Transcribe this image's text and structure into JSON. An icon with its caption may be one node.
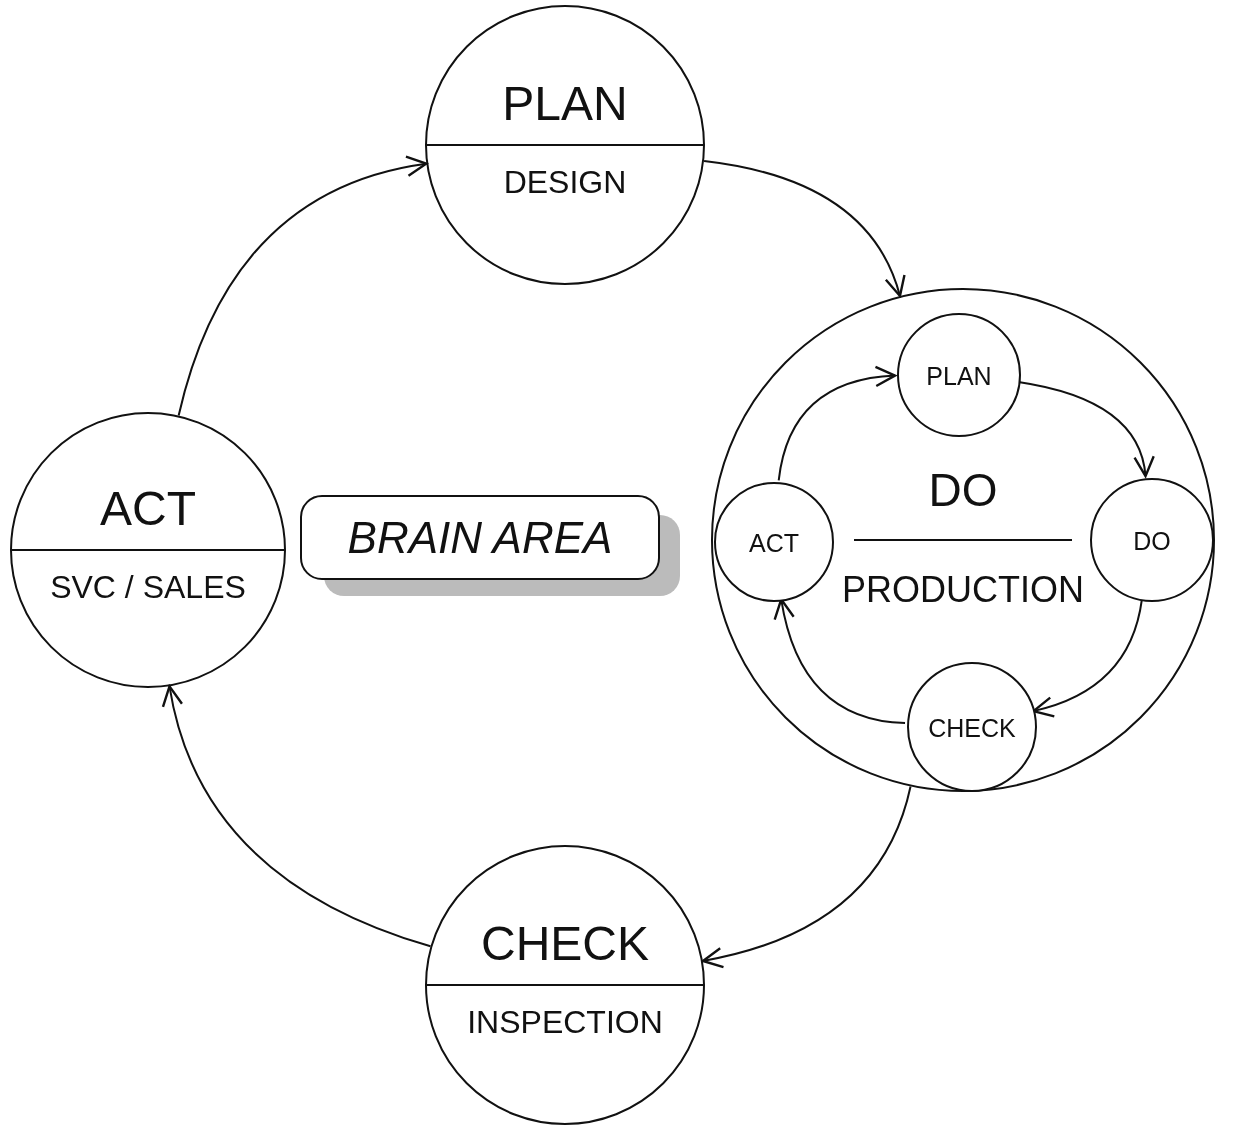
{
  "diagram": {
    "nodes": [
      {
        "text": [
          "PLAN",
          "DESIGN"
        ]
      },
      {
        "text": [
          "DO",
          "PRODUCTION"
        ]
      },
      {
        "text": [
          "PLAN"
        ],
        "in": 1
      },
      {
        "text": [
          "DO"
        ],
        "in": 1
      },
      {
        "text": [
          "CHECK"
        ],
        "in": 1
      },
      {
        "text": [
          "ACT"
        ],
        "in": 1
      },
      {
        "text": [
          "CHECK",
          "INSPECTION"
        ]
      },
      {
        "text": [
          "ACT",
          "SVC / SALES"
        ]
      },
      {
        "text": [
          "BRAIN AREA"
        ]
      }
    ],
    "edges": [
      {
        "from": 0,
        "to": 1,
        "arrow": "to"
      },
      {
        "from": 1,
        "to": 6,
        "arrow": "to"
      },
      {
        "from": 6,
        "to": 7,
        "arrow": "to"
      },
      {
        "from": 7,
        "to": 0,
        "arrow": "to"
      },
      {
        "from": 2,
        "to": 3,
        "arrow": "to"
      },
      {
        "from": 3,
        "to": 4,
        "arrow": "to"
      },
      {
        "from": 4,
        "to": 5,
        "arrow": "to"
      },
      {
        "from": 5,
        "to": 2,
        "arrow": "to"
      }
    ]
  }
}
